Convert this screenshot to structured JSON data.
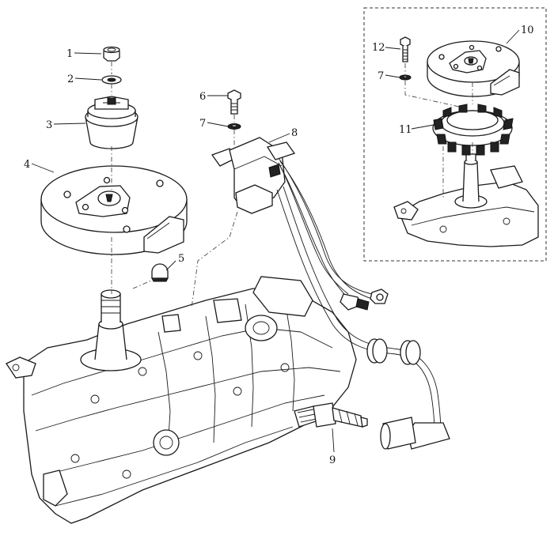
{
  "callouts": {
    "c1": "1",
    "c2": "2",
    "c3": "3",
    "c4": "4",
    "c5": "5",
    "c6": "6",
    "c7a": "7",
    "c7b": "7",
    "c8": "8",
    "c9": "9",
    "c10": "10",
    "c11": "11",
    "c12": "12"
  },
  "colors": {
    "line": "#1a1a1a",
    "background": "#ffffff",
    "fill_dark": "#222222"
  }
}
